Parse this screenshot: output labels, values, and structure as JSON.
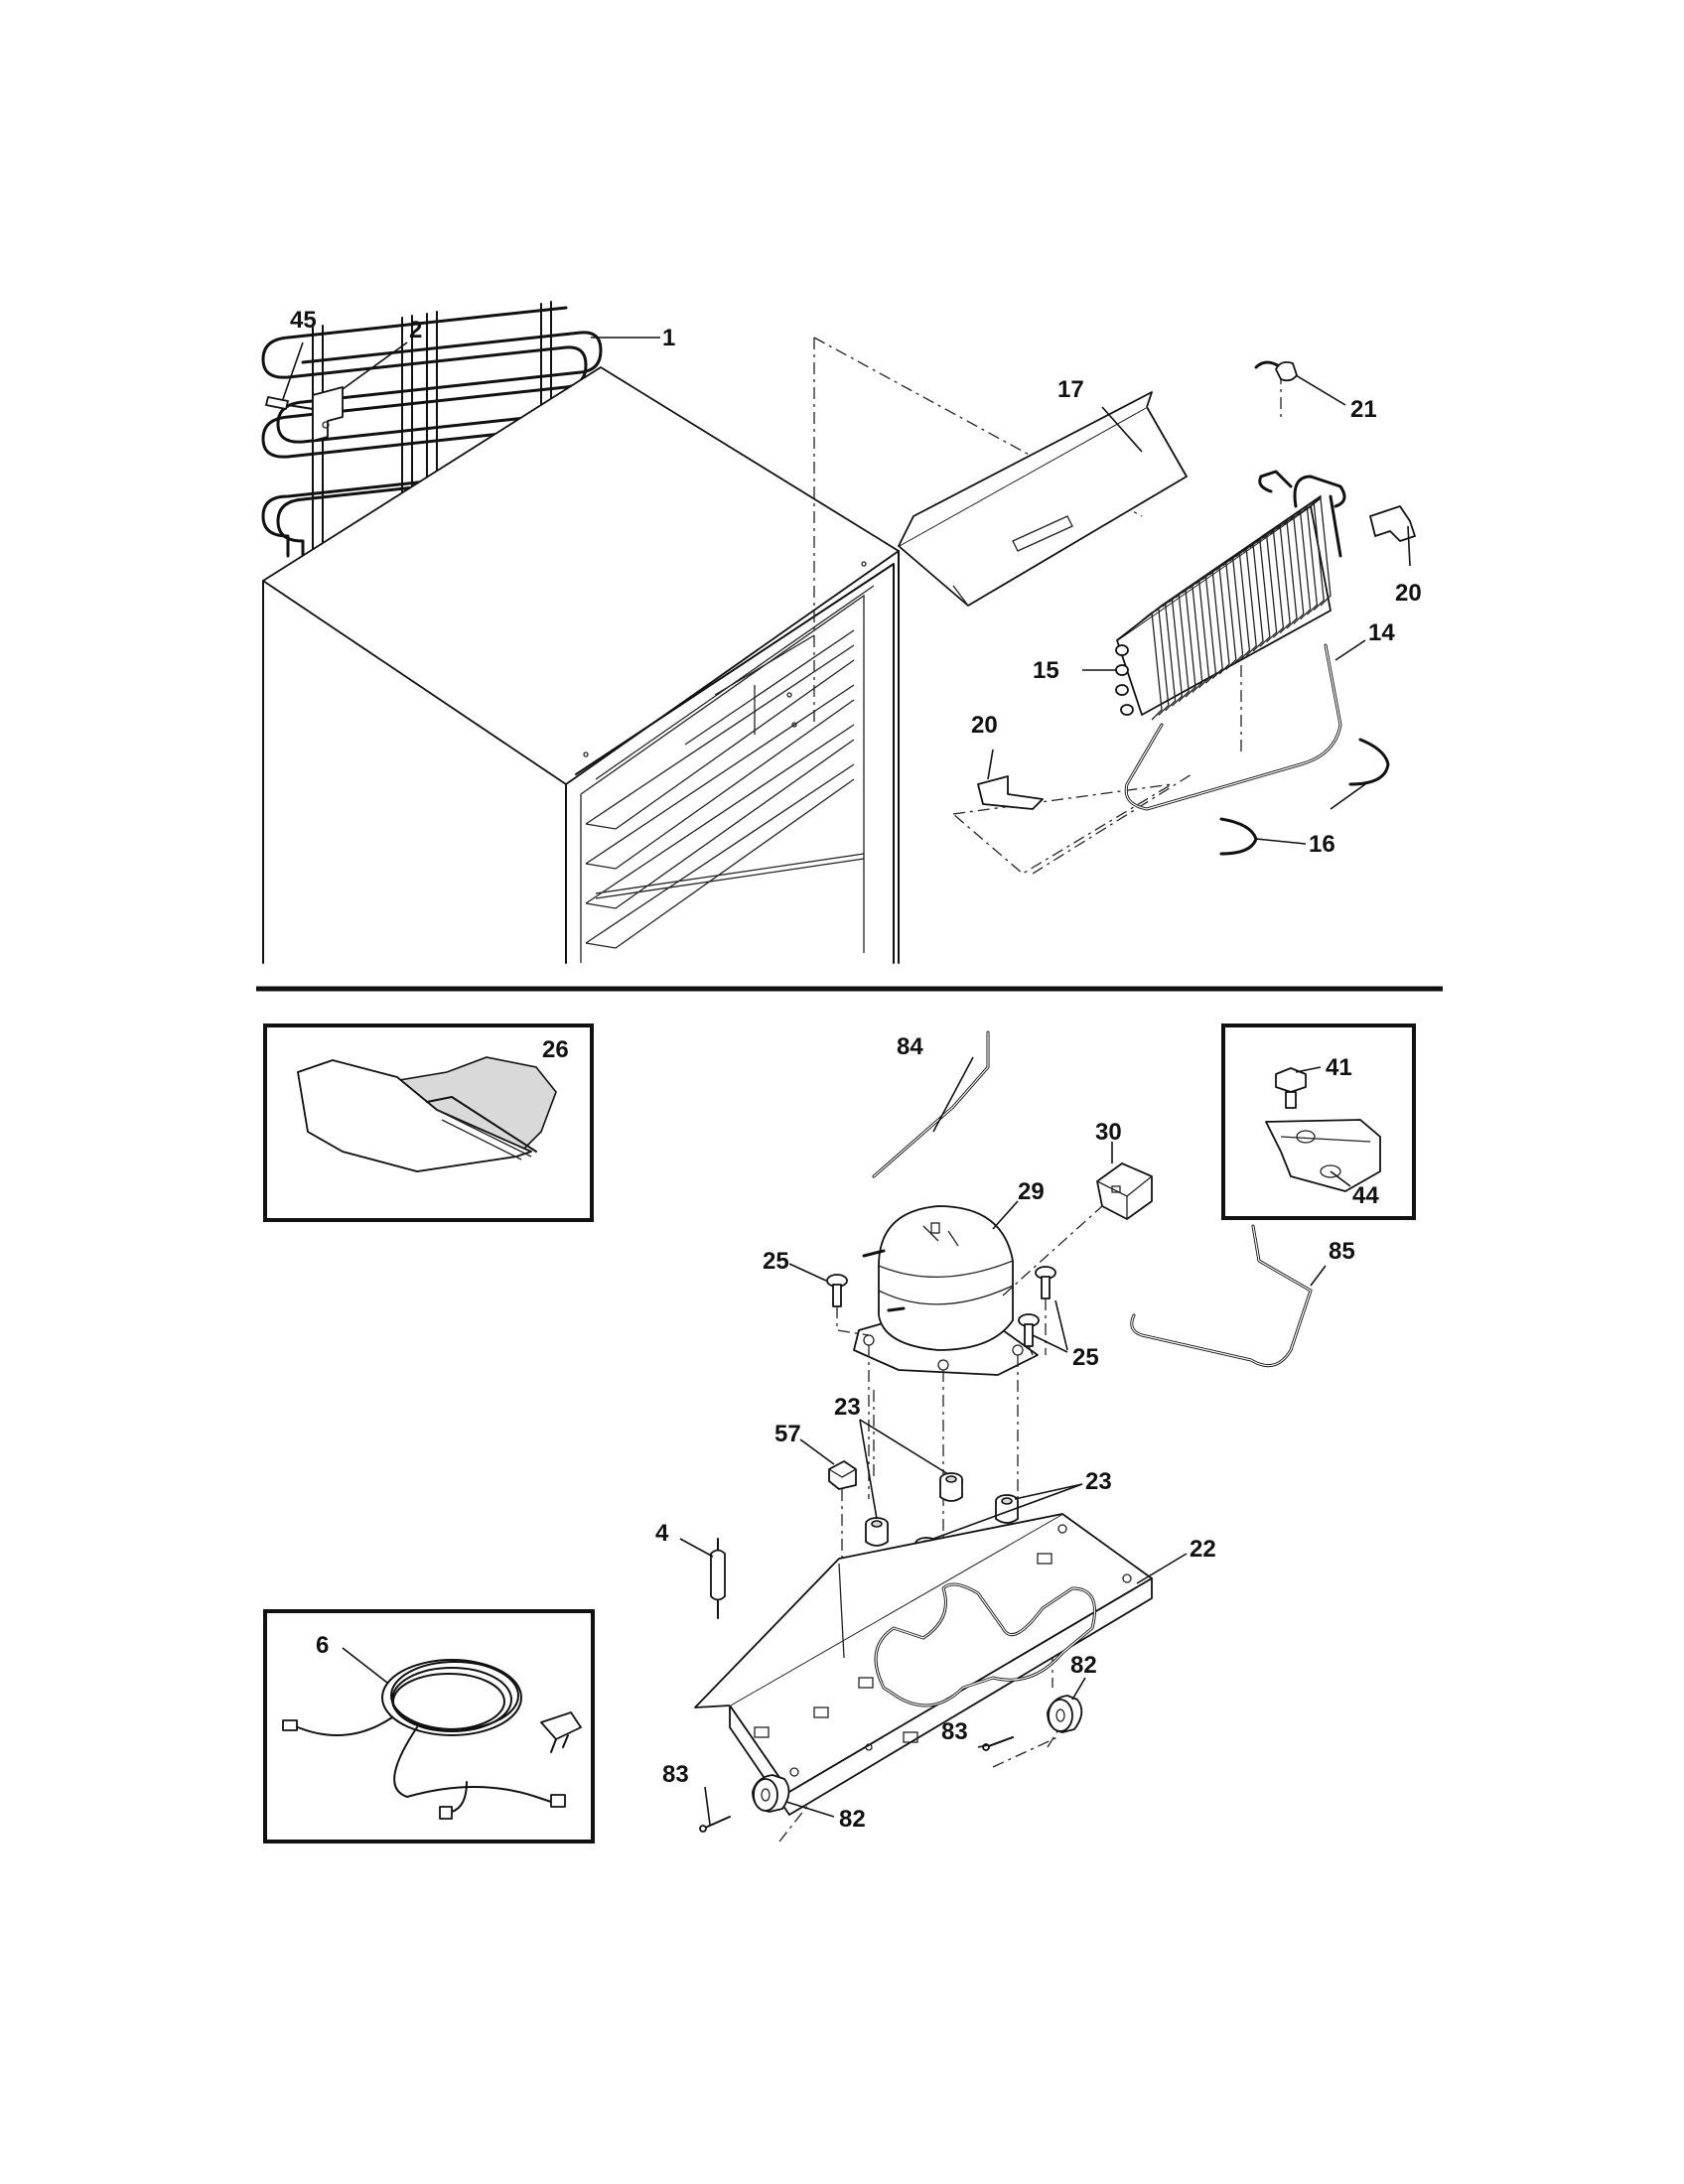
{
  "diagram": {
    "callouts": {
      "c1": "1",
      "c2": "2",
      "c45": "45",
      "c17": "17",
      "c21": "21",
      "c20a": "20",
      "c20b": "20",
      "c15": "15",
      "c14": "14",
      "c16": "16",
      "c26": "26",
      "c84": "84",
      "c41": "41",
      "c44": "44",
      "c30": "30",
      "c29": "29",
      "c25a": "25",
      "c25b": "25",
      "c85": "85",
      "c23a": "23",
      "c23b": "23",
      "c57": "57",
      "c4": "4",
      "c22": "22",
      "c6": "6",
      "c82a": "82",
      "c82b": "82",
      "c83a": "83",
      "c83b": "83"
    }
  }
}
